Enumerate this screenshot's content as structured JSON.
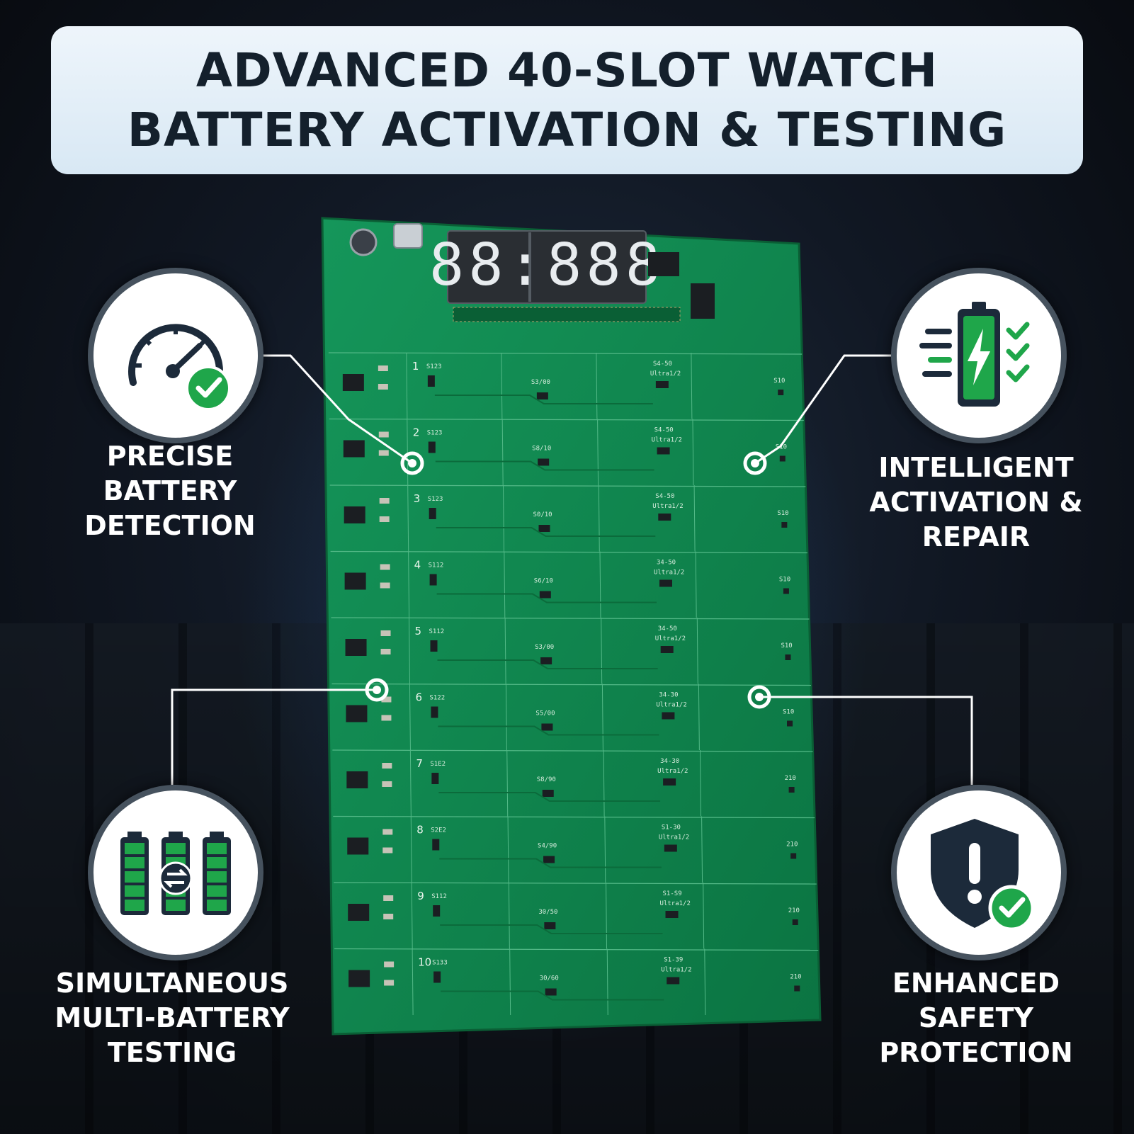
{
  "title": {
    "line1": "ADVANCED 40-SLOT WATCH",
    "line2": "BATTERY ACTIVATION & TESTING"
  },
  "display": {
    "digits": "88:888"
  },
  "slots": {
    "numbers": [
      "1",
      "2",
      "3",
      "4",
      "5",
      "6",
      "7",
      "8",
      "9",
      "10"
    ],
    "col1": [
      "S123",
      "S123",
      "S123",
      "S112",
      "S112",
      "S122",
      "S1E2",
      "S2E2",
      "S112",
      "S133"
    ],
    "col2": [
      "S3/00",
      "S8/10",
      "S0/10",
      "S6/10",
      "S3/00",
      "S5/00",
      "S8/90",
      "S4/90",
      "30/50",
      "30/60"
    ],
    "col3_top": [
      "S4-50",
      "S4-50",
      "S4-50",
      "34-50",
      "34-50",
      "34-30",
      "34-30",
      "S1-30",
      "S1-S9",
      "S1-39"
    ],
    "col3_bottom": [
      "Ultra1/2",
      "Ultra1/2",
      "Ultra1/2",
      "Ultra1/2",
      "Ultra1/2",
      "Ultra1/2",
      "Ultra1/2",
      "Ultra1/2",
      "Ultra1/2",
      "Ultra1/2"
    ],
    "col4": [
      "S10",
      "S10",
      "S10",
      "S10",
      "S10",
      "S10",
      "210",
      "210",
      "210",
      "210"
    ]
  },
  "features": [
    {
      "id": "precise",
      "icon": "speedometer-check-icon",
      "lines": [
        "PRECISE",
        "BATTERY",
        "DETECTION"
      ]
    },
    {
      "id": "intelligent",
      "icon": "battery-bolt-check-icon",
      "lines": [
        "INTELLIGENT",
        "ACTIVATION &",
        "REPAIR"
      ]
    },
    {
      "id": "simultaneous",
      "icon": "multi-battery-icon",
      "lines": [
        "SIMULTANEOUS",
        "MULTI-BATTERY",
        "TESTING"
      ]
    },
    {
      "id": "safety",
      "icon": "shield-check-icon",
      "lines": [
        "ENHANCED",
        "SAFETY",
        "PROTECTION"
      ]
    }
  ],
  "colors": {
    "pcb": "#0f8a4e",
    "pcb_dark": "#0b6e3c",
    "accent_green": "#1fa64a",
    "icon_navy": "#1c2a3a",
    "title_text": "#14202c"
  }
}
